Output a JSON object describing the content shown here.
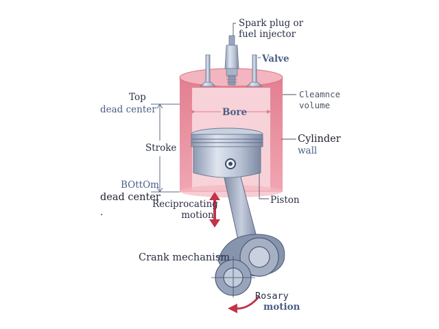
{
  "labels": {
    "spark_line1": "Spark plug or",
    "spark_line2": "fuel injector",
    "valve": "Valve",
    "clearance_line1": "Cleamnce",
    "clearance_line2": "volume",
    "top_line1": "Top",
    "top_line2": "dead center",
    "bore": "Bore",
    "cylinder_line1": "Cylinder",
    "cylinder_line2": "wall",
    "stroke": "Stroke",
    "bottom_line1": "BOttOm",
    "bottom_line2": "dead center",
    "recip_line1": "Reciprocating",
    "recip_line2": "motion",
    "piston": "Piston",
    "crank": "Crank mechanism",
    "rotary_line1": "Rosary",
    "rotary_line2": "motion",
    "dot": "."
  },
  "colors": {
    "cylinder_wall": "#e88a98",
    "chamber": "#f6c7cf",
    "metal": "#b4bfd2",
    "metal_dark": "#6e7b94",
    "accent_blue": "#4a5f86",
    "arrow_red": "#c0344a"
  }
}
